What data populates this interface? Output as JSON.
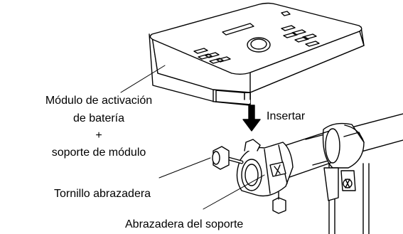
{
  "labels": {
    "module_line1": "Módulo de activación",
    "module_line2": "de batería",
    "plus": "+",
    "module_line3": "soporte de módulo",
    "insert": "Insertar",
    "clamp_screw": "Tornillo abrazadera",
    "stand_clamp": "Abrazadera del soporte"
  },
  "colors": {
    "line": "#000000",
    "fill": "#ffffff",
    "shade": "#d9d9d9"
  },
  "icons": {
    "insert_arrow": "down-arrow-icon"
  }
}
